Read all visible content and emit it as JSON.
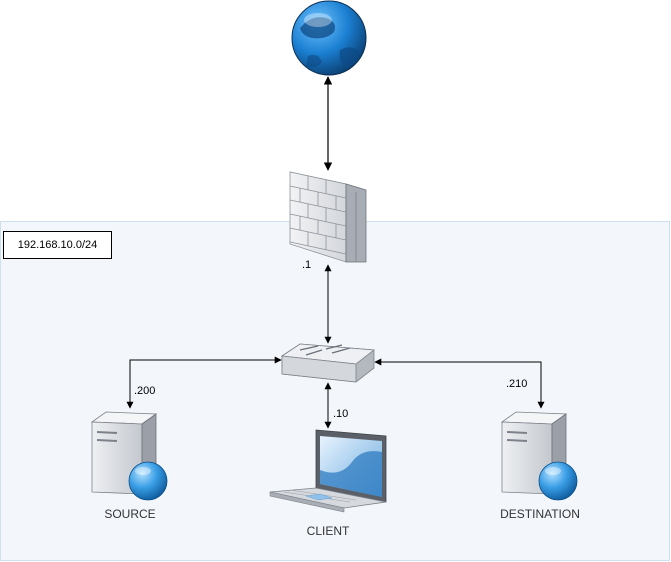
{
  "subnet": {
    "label": "192.168.10.0/24"
  },
  "firewall": {
    "ip": ".1"
  },
  "hosts": {
    "source": {
      "name": "SOURCE",
      "ip": ".200"
    },
    "client": {
      "name": "CLIENT",
      "ip": ".10"
    },
    "destination": {
      "name": "DESTINATION",
      "ip": ".210"
    }
  },
  "colors": {
    "globe": "#1b7fd1",
    "globe_dark": "#0a3d6e",
    "device_gray": "#c9cdd3",
    "connector": "#333333"
  },
  "icons": [
    "globe-icon",
    "firewall-icon",
    "switch-icon",
    "server-icon",
    "laptop-icon"
  ]
}
